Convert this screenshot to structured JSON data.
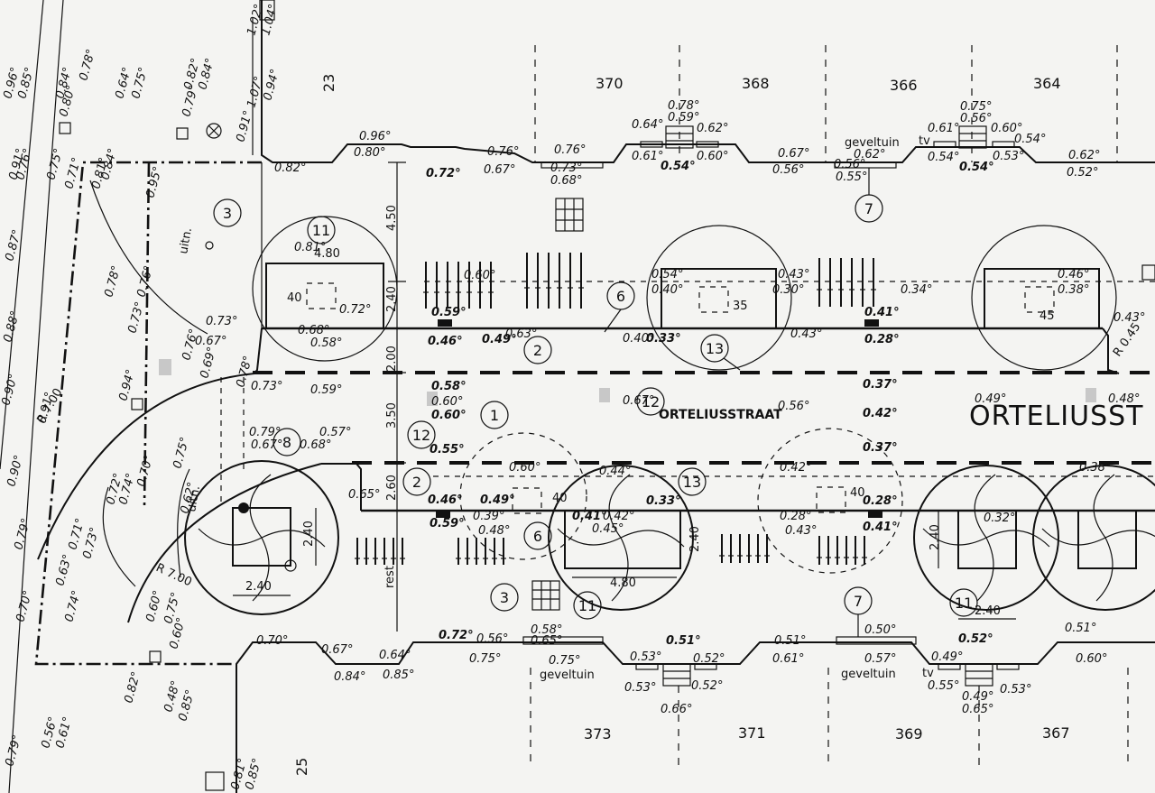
{
  "streets": {
    "main": "ORTELIUSSTRAAT",
    "main_truncated": "ORTELIUSST",
    "label_small": "ORTELIUSSTRAAT"
  },
  "house_numbers_top": [
    "370",
    "368",
    "366",
    "364"
  ],
  "house_numbers_bottom": [
    "373",
    "371",
    "369",
    "367"
  ],
  "lot_numbers": [
    "23",
    "25"
  ],
  "annotations": {
    "geveltuin": "geveltuin",
    "tv": "tv",
    "uitn": "uitn.",
    "rest": "rest"
  },
  "dimensions": {
    "d450": "4.50",
    "d240": "2.40",
    "d200": "2.00",
    "d350": "3.50",
    "d260": "2.60",
    "w480": "4.80",
    "t240": "2.40"
  },
  "radii": {
    "r700a": "R 7.00",
    "r700b": "R 7.00",
    "r045": "R 0.45"
  },
  "tree_diameters": {
    "t40a": "40",
    "t35": "35",
    "t45": "45",
    "t40b": "40",
    "t40c": "40"
  },
  "callouts": {
    "c3a": "3",
    "c11a": "11",
    "c6a": "6",
    "c2a": "2",
    "c13a": "13",
    "c7a": "7",
    "c12a": "12",
    "c12b": "12",
    "c2b": "2",
    "c8": "8",
    "c1": "1",
    "c6b": "6",
    "c13b": "13",
    "c3b": "3",
    "c11b": "11",
    "c7b": "7",
    "c11c": "11"
  },
  "levels": {
    "top": [
      "0.96°",
      "0.80°",
      "0.82°",
      "0.76°",
      "0.67°",
      "0.76°",
      "0.73°",
      "0.68°",
      "0.64°",
      "0.61°",
      "0.78°",
      "0.59°",
      "0.62°",
      "0.60°",
      "0.54°",
      "0.67°",
      "0.56°",
      "0.62°",
      "0.56°",
      "0.55°",
      "0.61°",
      "0.75°",
      "0.56°",
      "0.60°",
      "0.54°",
      "0.54°",
      "0.53°",
      "0.54°",
      "0.62°",
      "0.52°",
      "0.72°"
    ],
    "inner": [
      "0.81°",
      "0.60°",
      "0.59°",
      "0.72°",
      "0.68°",
      "0.58°",
      "0.46°",
      "0.49°",
      "0.63°",
      "0.54°",
      "0.43°",
      "0.40°",
      "0.30°",
      "0.34°",
      "0.41°",
      "0.28°",
      "0.40°",
      "0.33°",
      "0.43°",
      "0.46°",
      "0.38°",
      "0.43°",
      "0.73°",
      "0.67°",
      "0.73°",
      "0.59°",
      "0.58°",
      "0.60°",
      "0.60°",
      "0.67°",
      "0.56°",
      "0.37°",
      "0.42°",
      "0.49°",
      "0.48°",
      "0.57°",
      "0.68°",
      "0.79°",
      "0.67°",
      "0.55°",
      "0.37°",
      "0.42°",
      "0.38°",
      "0.60°",
      "0.65°",
      "0.46°",
      "0.49°",
      "0.39°",
      "0.48°",
      "0.41°",
      "0.42°",
      "0.45°",
      "0.33°",
      "0.28°",
      "0.41°",
      "0.43°",
      "0.32°",
      "0.59°",
      "0.44°",
      "0.28°"
    ],
    "bottom": [
      "0.70°",
      "0.67°",
      "0.64°",
      "0.84°",
      "0.85°",
      "0.72°",
      "0.56°",
      "0.75°",
      "0.58°",
      "0.65°",
      "0.75°",
      "0.51°",
      "0.53°",
      "0.52°",
      "0.53°",
      "0.66°",
      "0.52°",
      "0.51°",
      "0.61°",
      "0.50°",
      "0.57°",
      "0.52°",
      "0.49°",
      "0.55°",
      "0.49°",
      "0.65°",
      "0.53°",
      "0.51°",
      "0.60°"
    ],
    "left": [
      "0.96°",
      "0.85°",
      "0.84°",
      "0.80°",
      "0.78°",
      "0.64°",
      "0.75°",
      "0.82°",
      "0.84°",
      "0.79°",
      "0.91°",
      "1.07°",
      "0.94°",
      "1.02°",
      "1.04°",
      "0.91°",
      "0.76°",
      "0.75°",
      "0.71°",
      "0.81°",
      "0.84°",
      "0.95°",
      "0.87°",
      "0.88°",
      "0.90°",
      "0.91°",
      "0.73°",
      "0.69°",
      "0.76°",
      "0.78°",
      "0.75°",
      "0.74°",
      "0.72°",
      "0.70°",
      "0.73°",
      "0.62°",
      "0.71°",
      "0.79°",
      "0.63°",
      "0.74°",
      "0.70°",
      "0.60°",
      "0.48°",
      "0.56°",
      "0.61°",
      "0.85°",
      "0.82°",
      "0.81°",
      "0.85°",
      "0.79°",
      "0.78°",
      "0.76°",
      "0.90°",
      "0.94°",
      "0.60°",
      "0.75°"
    ]
  },
  "colors": {
    "ink": "#111111",
    "paper": "#f4f4f2",
    "fill_grey": "#c8c8c8"
  }
}
